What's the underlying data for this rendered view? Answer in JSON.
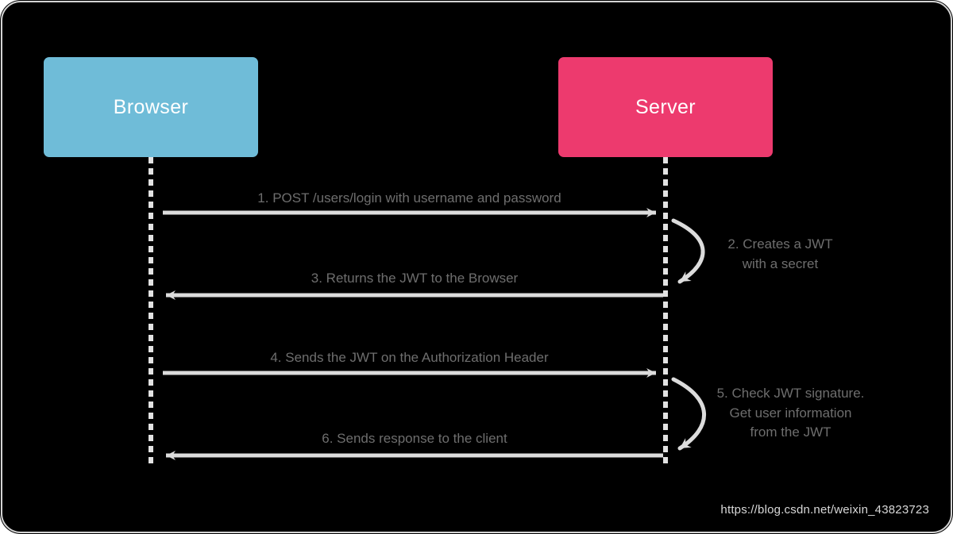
{
  "diagram": {
    "title": "JWT authentication sequence diagram",
    "background_color": "#000000",
    "line_color": "#dcdcdc",
    "text_color": "#6e6e6e"
  },
  "actors": [
    {
      "id": "browser",
      "label": "Browser",
      "color": "#6fbcd8"
    },
    {
      "id": "server",
      "label": "Server",
      "color": "#ed3a6e"
    }
  ],
  "messages": [
    {
      "step": "1",
      "label": "1. POST /users/login with username and password",
      "direction": "right"
    },
    {
      "step": "3",
      "label": "3. Returns the JWT to the Browser",
      "direction": "left"
    },
    {
      "step": "4",
      "label": "4. Sends the JWT on the Authorization Header",
      "direction": "right"
    },
    {
      "step": "6",
      "label": "6. Sends response to the client",
      "direction": "left"
    }
  ],
  "notes": [
    {
      "step": "2",
      "line1": "2. Creates a JWT",
      "line2": "with a secret",
      "line3": ""
    },
    {
      "step": "5",
      "line1": "5. Check JWT signature.",
      "line2": "Get user information",
      "line3": "from the JWT"
    }
  ],
  "watermark": "https://blog.csdn.net/weixin_43823723"
}
